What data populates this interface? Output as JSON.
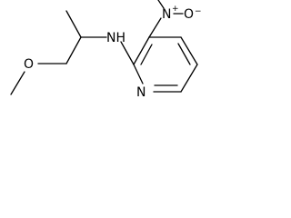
{
  "molecule": {
    "atoms": {
      "nh": "NH",
      "n_nitro": "N",
      "n_charge": "+",
      "o_top": "O",
      "o_right": "O",
      "o_charge": "−",
      "n_ring": "N",
      "o_ether": "O"
    },
    "colors": {
      "bond": "#000000",
      "text": "#000000",
      "background": "#ffffff"
    }
  }
}
